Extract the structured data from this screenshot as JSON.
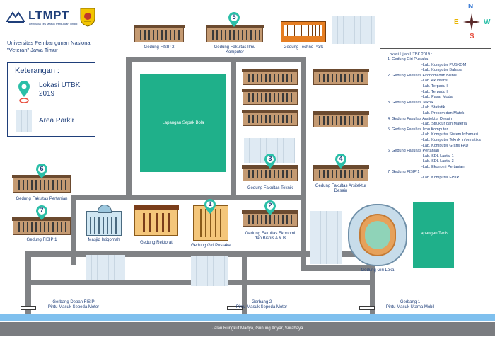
{
  "header": {
    "ltmpt_logo_text": "LTMPT",
    "ltmpt_logo_subtext": "Lembaga Tes Masuk Perguruan Tinggi",
    "university_line1": "Universitas Pembangunan Nasional",
    "university_line2": "\"Veteran\" Jawa Timur"
  },
  "compass": {
    "n": "N",
    "s": "S",
    "e": "E",
    "w": "W"
  },
  "legend": {
    "title": "Keterangan :",
    "location_label_line1": "Lokasi UTBK",
    "location_label_line2": "2019",
    "parking_label": "Area Parkir"
  },
  "info_box": {
    "title": "Lokasi Ujian UTBK 2019 :",
    "lines": [
      "1. Gedung Giri Pustaka",
      "-Lab. Komputer PUSKOM",
      "-Lab. Komputer Bahasa",
      "2. Gedung Fakultas Ekonomi dan Bisnis",
      "-Lab. Akuntansi",
      "-Lab. Terpadu I",
      "-Lab. Terpadu II",
      "-Lab. Pasar Modal",
      "3. Gedung Fakultas Teknik",
      "-Lab. Statistik",
      "-Lab. Prokom dan Matek",
      "4. Gedung Fakultas Arsitektur Desain",
      "-Lab. Struktur dan Material",
      "5. Gedung Fakultas Ilmu Komputer",
      "-Lab. Komputer Sistem Informasi",
      "-Lab. Komputer Teknik Informatika",
      "-Lab. Komputer Grafis FAD",
      "6. Gedung Fakultas Pertanian",
      "-Lab. SDL Lantai 1",
      "-Lab. SDL Lantai 3",
      "-Lab. Ekonomi Pertanian",
      "7. Gedung FISIP 1",
      "-Lab. Komputer FISIP"
    ]
  },
  "fields": {
    "football": "Lapangan Sepak Bola",
    "tennis": "Lapangan Tenis"
  },
  "buildings": {
    "fisip2": "Gedung FISIP 2",
    "ilkom_line1": "Gedung Fakultas Ilmu",
    "ilkom_line2": "Komputer",
    "techno": "Gedung Techno Park",
    "teknik": "Gedung Fakultas Teknik",
    "arsitektur_line1": "Gedung Fakultas Arsitektur",
    "arsitektur_line2": "Desain",
    "pertanian": "Gedung Fakultas Pertanian",
    "fisip1": "Gedung FISIP 1",
    "masjid": "Masjid Istiqomah",
    "rektorat": "Gedung Rektorat",
    "giri_pustaka": "Gedung Giri Pustaka",
    "ekonomi_line1": "Gedung Fakultas Ekonomi",
    "ekonomi_line2": "dan Bisnis A & B",
    "giri_loka": "Gedung Giri Loka"
  },
  "pins": [
    "1",
    "2",
    "3",
    "4",
    "5",
    "6",
    "7"
  ],
  "gates": {
    "g1_line1": "Gerbang Depan FISIP",
    "g1_line2": "Pintu Masuk Sepeda Motor",
    "g2_line1": "Gerbang 2",
    "g2_line2": "Pintu Masuk Sepeda Motor",
    "g3_line1": "Gerbang 1",
    "g3_line2": "Pintu Masuk Utama Mobil"
  },
  "street": "Jalan Rungkut Madya, Gunung Anyar, Surabaya",
  "colors": {
    "pin": "#2bbfa8",
    "field": "#1fb08a",
    "road": "#808285",
    "river": "#7fc0ee",
    "text": "#1f3f7a"
  }
}
